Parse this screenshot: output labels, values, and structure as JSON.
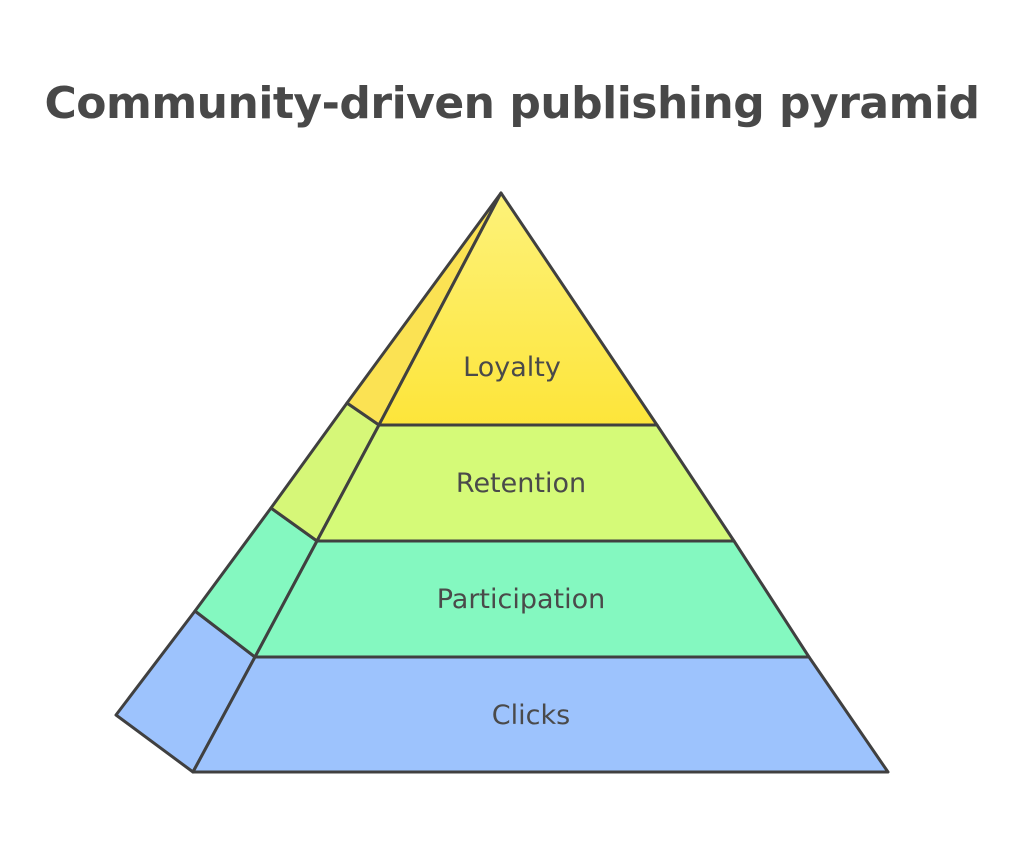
{
  "title": "Community-driven publishing pyramid",
  "levels": [
    {
      "label": "Loyalty",
      "front_color": "#fde84a",
      "side_color": "#fbe253"
    },
    {
      "label": "Retention",
      "front_color": "#d5fa78",
      "side_color": "#d6f778"
    },
    {
      "label": "Participation",
      "front_color": "#84f8c0",
      "side_color": "#84f8c0"
    },
    {
      "label": "Clicks",
      "front_color": "#9dc3fd",
      "side_color": "#9dc3fd"
    }
  ]
}
